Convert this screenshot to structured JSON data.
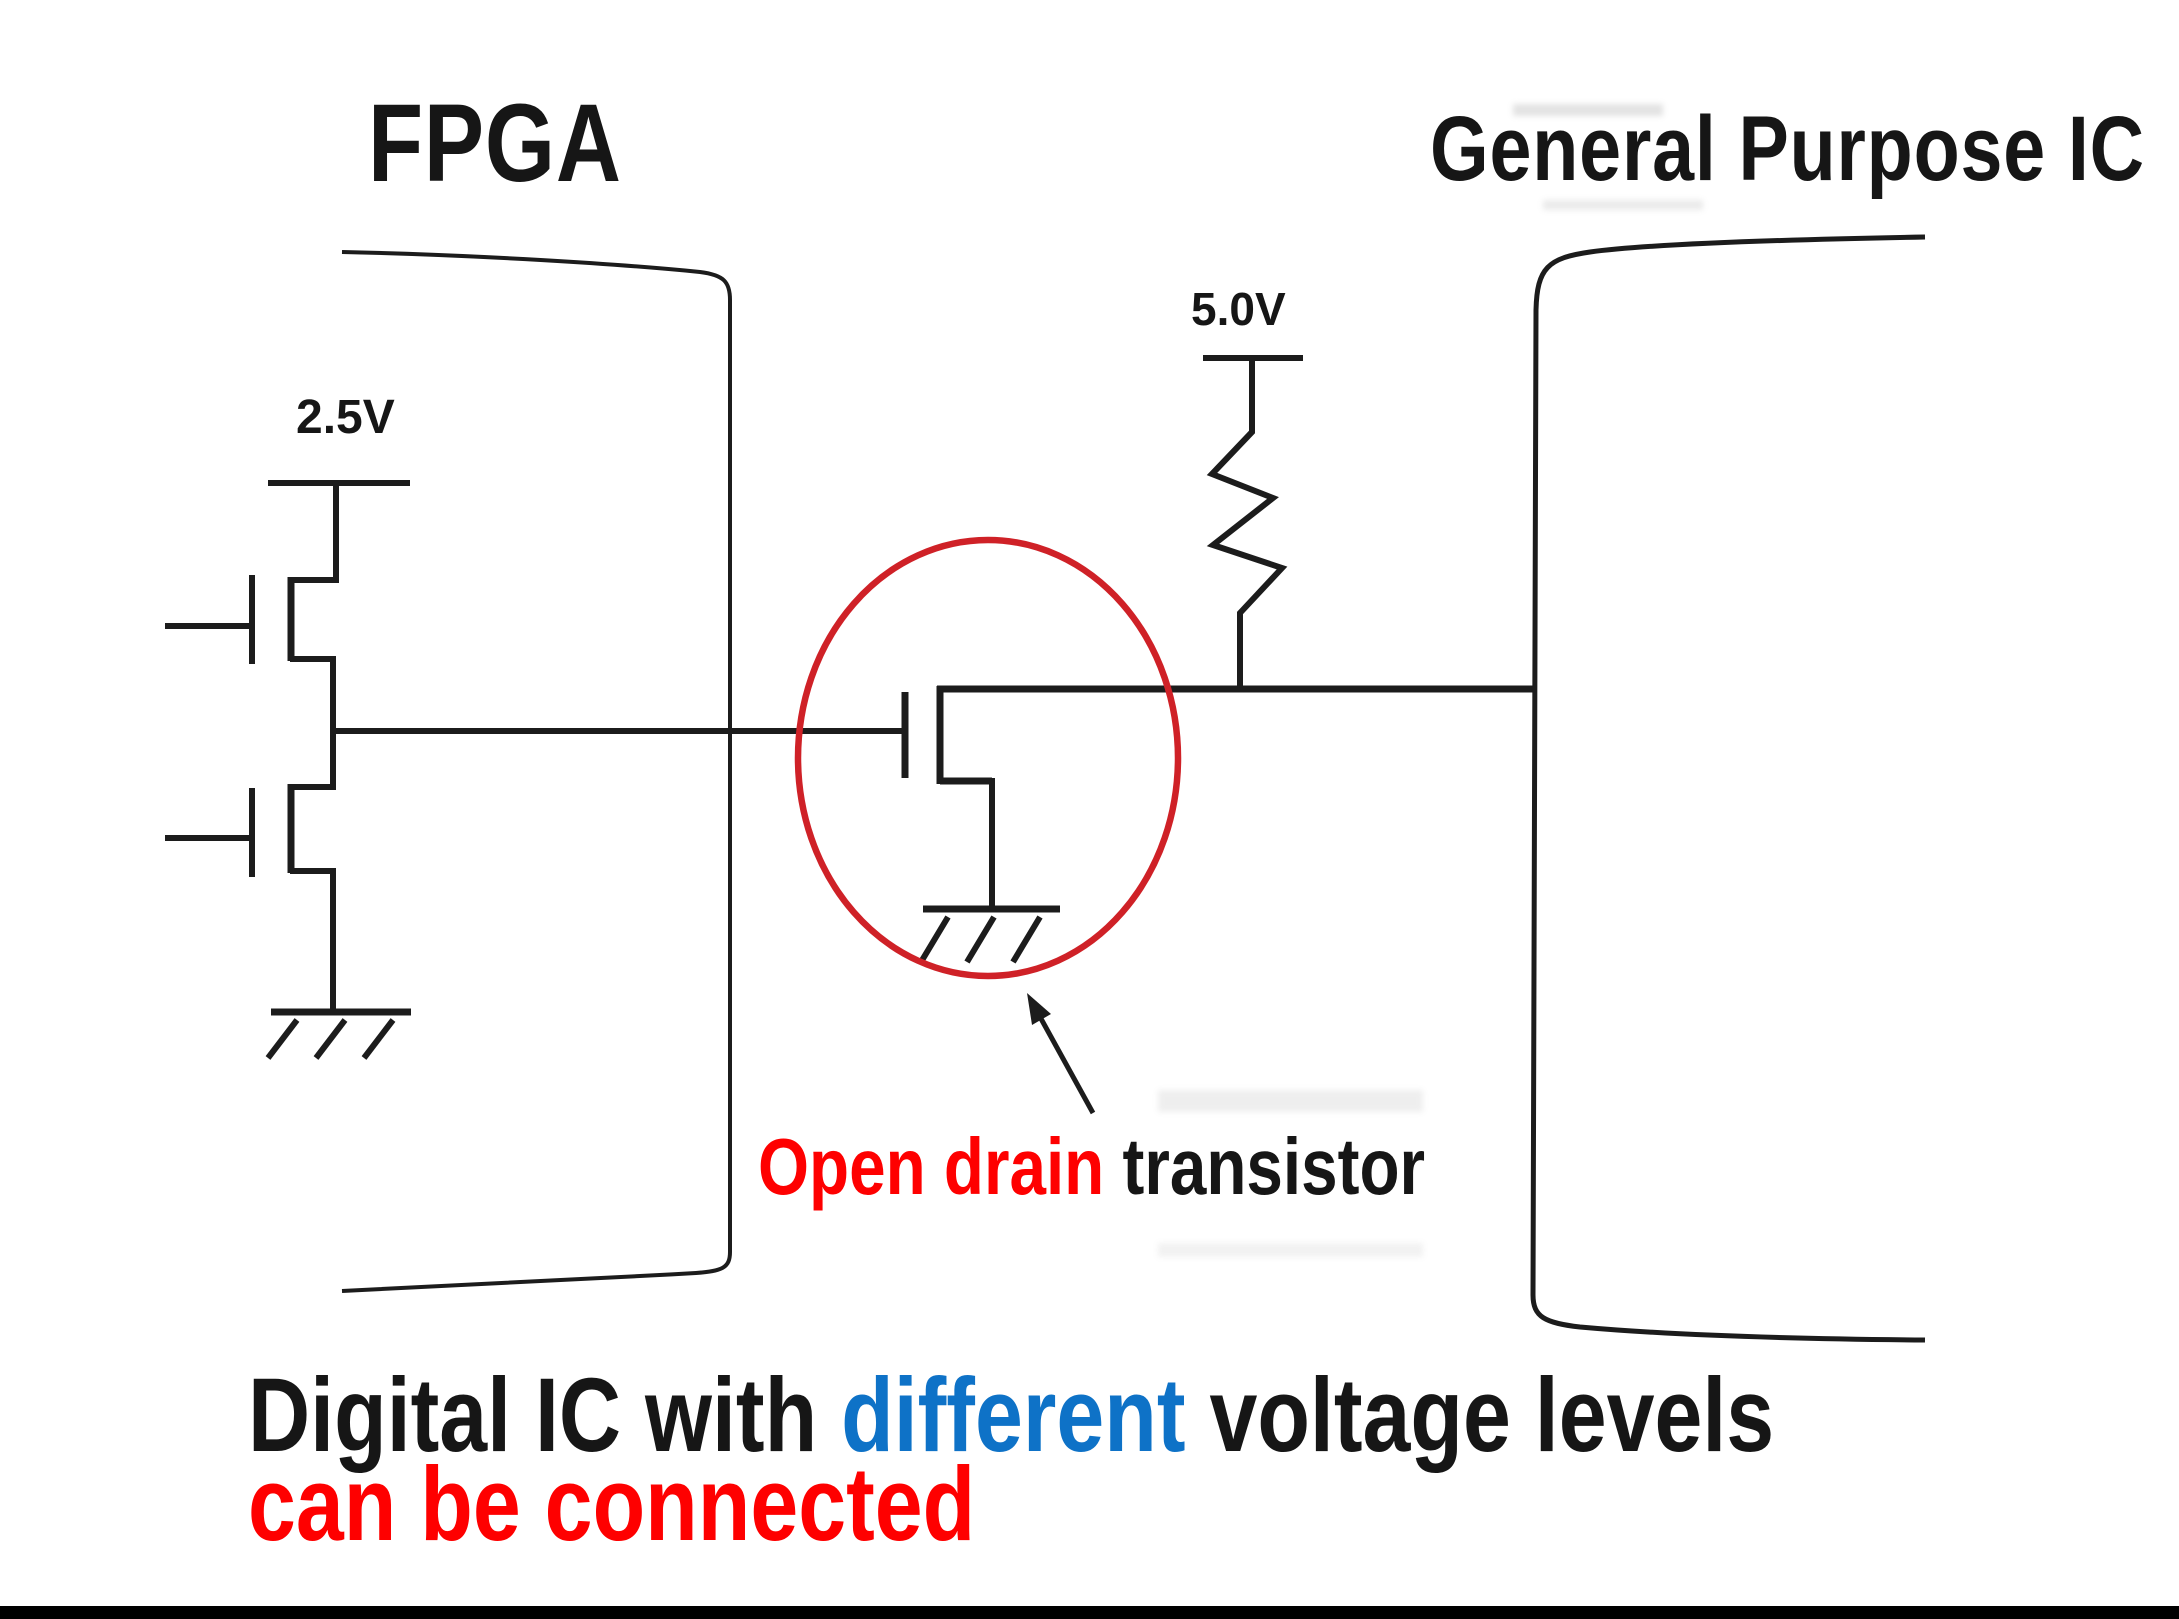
{
  "diagram": {
    "title_left": "FPGA",
    "title_right": "General Purpose IC",
    "fpga_supply_label": "2.5V",
    "pullup_supply_label": "5.0V",
    "annotation": {
      "highlight": "Open drain",
      "rest": " transistor"
    },
    "caption": {
      "line1_part1": "Digital IC with ",
      "line1_highlight": "different",
      "line1_part2": " voltage levels",
      "line2": "can be connected"
    },
    "colors": {
      "line_black": "#1c1c1c",
      "highlight_blue": "#0e72c7",
      "text_red": "#fe0000",
      "circle_red": "#cf2127"
    }
  }
}
